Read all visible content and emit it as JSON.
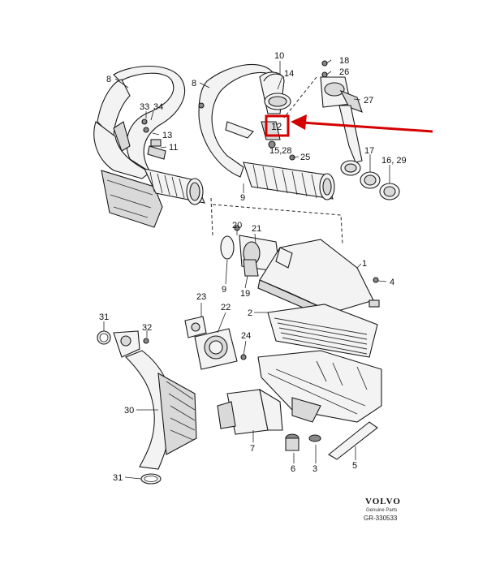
{
  "brand": {
    "logo_text": "VOLVO",
    "subtitle": "Genuine Parts",
    "ref": "GR-330533"
  },
  "highlight": {
    "label": "12",
    "color": "#d40000"
  },
  "callouts": [
    {
      "id": "c8a",
      "text": "8"
    },
    {
      "id": "c8b",
      "text": "8"
    },
    {
      "id": "c10",
      "text": "10"
    },
    {
      "id": "c14",
      "text": "14"
    },
    {
      "id": "c18",
      "text": "18"
    },
    {
      "id": "c26",
      "text": "26"
    },
    {
      "id": "c27",
      "text": "27"
    },
    {
      "id": "c33",
      "text": "33"
    },
    {
      "id": "c34",
      "text": "34"
    },
    {
      "id": "c13",
      "text": "13"
    },
    {
      "id": "c11",
      "text": "11"
    },
    {
      "id": "c1528",
      "text": "15,28"
    },
    {
      "id": "c25",
      "text": "25"
    },
    {
      "id": "c17",
      "text": "17"
    },
    {
      "id": "c1629",
      "text": "16, 29"
    },
    {
      "id": "c9a",
      "text": "9"
    },
    {
      "id": "c20",
      "text": "20"
    },
    {
      "id": "c21",
      "text": "21"
    },
    {
      "id": "c1",
      "text": "1"
    },
    {
      "id": "c9b",
      "text": "9"
    },
    {
      "id": "c19",
      "text": "19"
    },
    {
      "id": "c4",
      "text": "4"
    },
    {
      "id": "c23",
      "text": "23"
    },
    {
      "id": "c22",
      "text": "22"
    },
    {
      "id": "c2",
      "text": "2"
    },
    {
      "id": "c31a",
      "text": "31"
    },
    {
      "id": "c32",
      "text": "32"
    },
    {
      "id": "c24",
      "text": "24"
    },
    {
      "id": "c30",
      "text": "30"
    },
    {
      "id": "c7",
      "text": "7"
    },
    {
      "id": "c6",
      "text": "6"
    },
    {
      "id": "c3",
      "text": "3"
    },
    {
      "id": "c5",
      "text": "5"
    },
    {
      "id": "c31b",
      "text": "31"
    }
  ]
}
